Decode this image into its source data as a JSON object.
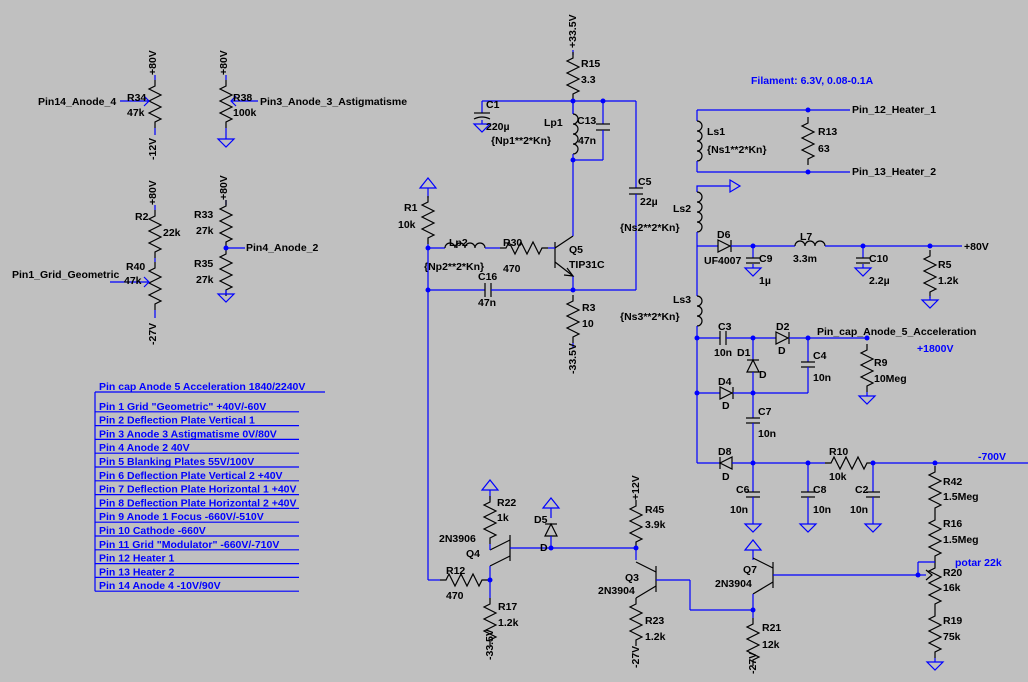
{
  "components": {
    "R15": {
      "ref": "R15",
      "val": "3.3"
    },
    "C1": {
      "ref": "C1",
      "val": "220µ"
    },
    "Lp1": {
      "ref": "Lp1",
      "val": "{Np1**2*Kn}"
    },
    "C13": {
      "ref": "C13",
      "val": "47n"
    },
    "C5": {
      "ref": "C5",
      "val": "22µ"
    },
    "Ls1": {
      "ref": "Ls1",
      "val": "{Ns1**2*Kn}"
    },
    "R13": {
      "ref": "R13",
      "val": "63"
    },
    "R1": {
      "ref": "R1",
      "val": "10k"
    },
    "Lp2": {
      "ref": "Lp2",
      "val": "{Np2**2*Kn}"
    },
    "R30": {
      "ref": "R30",
      "val": "470"
    },
    "Q5": {
      "ref": "Q5",
      "val": "TIP31C"
    },
    "C16": {
      "ref": "C16",
      "val": "47n"
    },
    "R3": {
      "ref": "R3",
      "val": "10"
    },
    "Ls2": {
      "ref": "Ls2",
      "val": "{Ns2**2*Kn}"
    },
    "D6": {
      "ref": "D6",
      "val": "UF4007"
    },
    "C9": {
      "ref": "C9",
      "val": "1µ"
    },
    "L7": {
      "ref": "L7",
      "val": "3.3m"
    },
    "C10": {
      "ref": "C10",
      "val": "2.2µ"
    },
    "R5": {
      "ref": "R5",
      "val": "1.2k"
    },
    "Ls3": {
      "ref": "Ls3",
      "val": "{Ns3**2*Kn}"
    },
    "C3": {
      "ref": "C3",
      "val": "10n"
    },
    "D1": {
      "ref": "D1",
      "val": "D"
    },
    "D2": {
      "ref": "D2",
      "val": "D"
    },
    "C4": {
      "ref": "C4",
      "val": "10n"
    },
    "R9": {
      "ref": "R9",
      "val": "10Meg"
    },
    "D4": {
      "ref": "D4",
      "val": "D"
    },
    "C7": {
      "ref": "C7",
      "val": "10n"
    },
    "D8": {
      "ref": "D8",
      "val": "D"
    },
    "R10": {
      "ref": "R10",
      "val": "10k"
    },
    "C6": {
      "ref": "C6",
      "val": "10n"
    },
    "C8": {
      "ref": "C8",
      "val": "10n"
    },
    "C2": {
      "ref": "C2",
      "val": "10n"
    },
    "R42": {
      "ref": "R42",
      "val": "1.5Meg"
    },
    "R16": {
      "ref": "R16",
      "val": "1.5Meg"
    },
    "R20": {
      "ref": "R20",
      "val": "16k"
    },
    "R19": {
      "ref": "R19",
      "val": "75k"
    },
    "R34": {
      "ref": "R34",
      "val": "47k"
    },
    "R38": {
      "ref": "R38",
      "val": "100k"
    },
    "R2": {
      "ref": "R2",
      "val": "22k"
    },
    "R40": {
      "ref": "R40",
      "val": "47k"
    },
    "R33": {
      "ref": "R33",
      "val": "27k"
    },
    "R35": {
      "ref": "R35",
      "val": "27k"
    },
    "R22": {
      "ref": "R22",
      "val": "1k"
    },
    "Q4": {
      "ref": "Q4",
      "val": "2N3906"
    },
    "D5": {
      "ref": "D5",
      "val": "D"
    },
    "R12": {
      "ref": "R12",
      "val": "470"
    },
    "R17": {
      "ref": "R17",
      "val": "1.2k"
    },
    "R45": {
      "ref": "R45",
      "val": "3.9k"
    },
    "Q3": {
      "ref": "Q3",
      "val": "2N3904"
    },
    "R23": {
      "ref": "R23",
      "val": "1.2k"
    },
    "Q7": {
      "ref": "Q7",
      "val": "2N3904"
    },
    "R21": {
      "ref": "R21",
      "val": "12k"
    }
  },
  "nets": {
    "p33v": "+33.5V",
    "n33v": "-33.5V",
    "p80v_out": "+80V",
    "p80v": "+80V",
    "n12v": "-12V",
    "p12v": "+12V",
    "n27v": "-27V",
    "n700v": "-700V",
    "p1800v": "+1800V",
    "heater1": "Pin_12_Heater_1",
    "heater2": "Pin_13_Heater_2",
    "anode5": "Pin_cap_Anode_5_Acceleration",
    "anode4": "Pin14_Anode_4",
    "anode3": "Pin3_Anode_3_Astigmatisme",
    "grid": "Pin1_Grid_Geometric",
    "anode2": "Pin4_Anode_2"
  },
  "annotations": {
    "filament": "Filament: 6.3V, 0.08-0.1A",
    "potar": "potar 22k"
  },
  "pin_list": [
    "Pin cap Anode 5 Acceleration 1840/2240V",
    "Pin 1 Grid \"Geometric\" +40V/-60V",
    "Pin 2 Deflection Plate Vertical 1",
    "Pin 3 Anode 3 Astigmatisme 0V/80V",
    "Pin 4 Anode 2 40V",
    "Pin 5 Blanking Plates 55V/100V",
    "Pin 6 Deflection Plate Vertical 2 +40V",
    "Pin 7 Deflection Plate Horizontal 1  +40V",
    "Pin 8 Deflection Plate Horizontal 2  +40V",
    "Pin 9 Anode 1 Focus -660V/-510V",
    "Pin 10 Cathode -660V",
    "Pin 11 Grid \"Modulator\" -660V/-710V",
    "Pin 12 Heater 1",
    "Pin 13 Heater 2",
    "Pin 14 Anode 4 -10V/90V"
  ]
}
